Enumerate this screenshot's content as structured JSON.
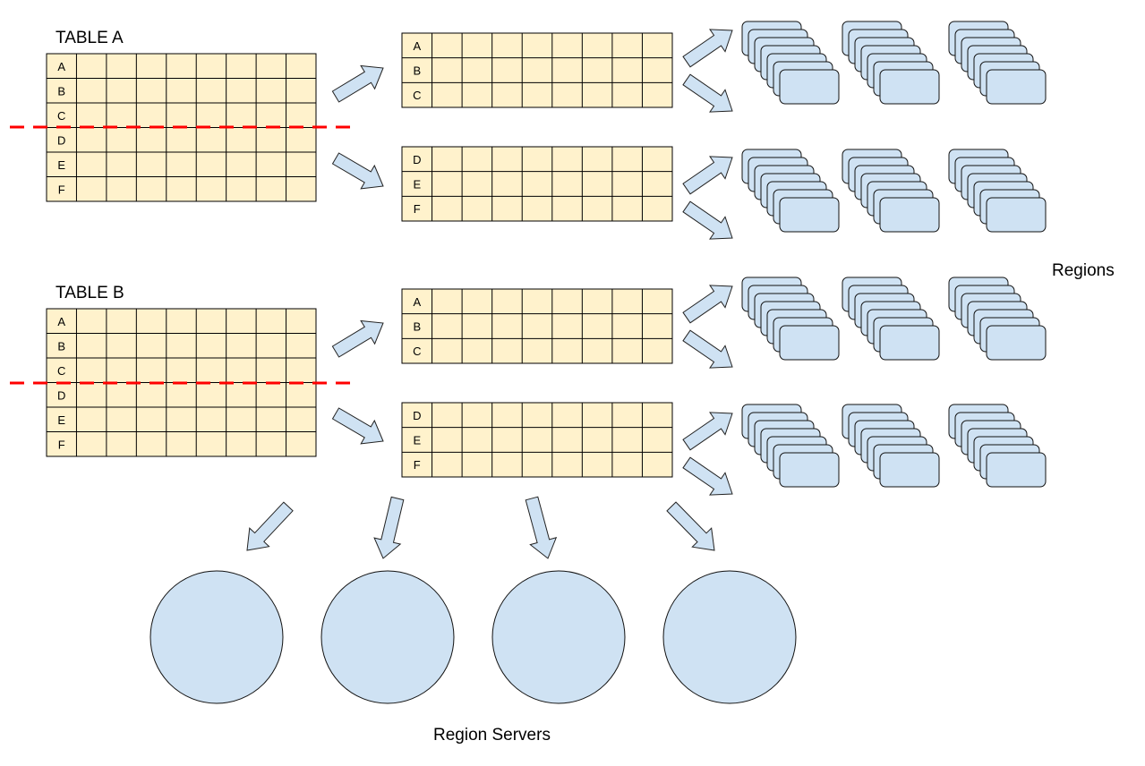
{
  "tables": [
    {
      "title": "TABLE A",
      "rows": [
        "A",
        "B",
        "C",
        "D",
        "E",
        "F"
      ]
    },
    {
      "title": "TABLE B",
      "rows": [
        "A",
        "B",
        "C",
        "D",
        "E",
        "F"
      ]
    }
  ],
  "splits": [
    {
      "rows": [
        "A",
        "B",
        "C"
      ]
    },
    {
      "rows": [
        "D",
        "E",
        "F"
      ]
    },
    {
      "rows": [
        "A",
        "B",
        "C"
      ]
    },
    {
      "rows": [
        "D",
        "E",
        "F"
      ]
    }
  ],
  "regions_label": "Regions",
  "region_servers_label": "Region Servers",
  "region_servers_count": 4,
  "colors": {
    "table_fill": "#fff2cc",
    "region_fill": "#cfe2f3",
    "arrow_fill": "#cfe2f3",
    "split_line": "#ff0000",
    "stroke": "#000000"
  }
}
